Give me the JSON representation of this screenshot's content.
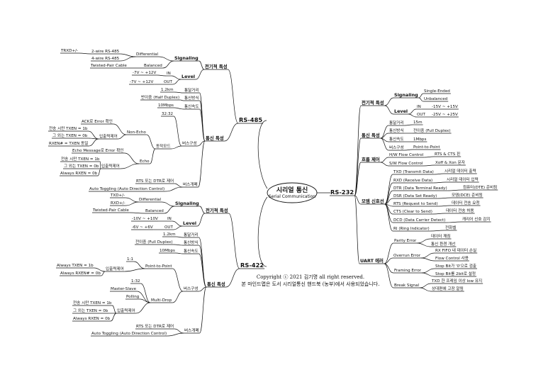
{
  "center": {
    "title": "시리얼 통신",
    "subtitle": "Serial Communication"
  },
  "copyright": {
    "line1": "Copyright ⓒ 2021 김기명 all right reserved.",
    "line2": "본 마인드맵은 도서 시리얼통신 핸드북 (농부)에서 사용되었습니다."
  },
  "nodes": {
    "rs485": "RS-485",
    "rs485_elec": "전기적 특성",
    "rs485_signaling": "Signaling",
    "rs485_diff": "Differential",
    "rs485_txrxd": "TRXD+/-",
    "rs485_2wire": "2-wire RS-485",
    "rs485_4wire": "4-wire RS-485",
    "rs485_balanced": "Balanced",
    "rs485_twisted": "Twisted-Pair Cable",
    "rs485_level": "Level",
    "rs485_in": "IN",
    "rs485_in_val": "-7V ~ +12V",
    "rs485_out": "OUT",
    "rs485_out_val": "-7V ~ +12V",
    "rs485_comm": "통신 특성",
    "rs485_distance": "통달거리",
    "rs485_distance_val": "1.2km",
    "rs485_method": "통신방식",
    "rs485_method_val": "반이중 (Half Duplex)",
    "rs485_speed": "통신속도",
    "rs485_speed_val": "10Mbps",
    "rs485_bus": "버스구성",
    "rs485_bus_val": "32:32",
    "rs485_mode": "동작모드",
    "rs485_nonecho": "Non-Echo",
    "rs485_nonecho_ack": "ACK로 Error 확인",
    "rs485_nonecho_io": "입출력제어",
    "rs485_nonecho_1": "전송 시만 TXEN = 1b",
    "rs485_nonecho_2": "그 외는 TXEN = 0b",
    "rs485_nonecho_3": "RXEN# = TXEN 동일",
    "rs485_echo": "Echo",
    "rs485_echo_msg": "Echo Message로 Error 확인",
    "rs485_echo_io": "입출력제어",
    "rs485_echo_1": "전송 시만 TXEN = 1b",
    "rs485_echo_2": "그 외는 TXEN = 0b",
    "rs485_echo_3": "Always RXEN = 0b",
    "rs485_buswitch": "버스개폐",
    "rs485_rts": "RTS 또는 DTR로 제어",
    "rs485_auto": "Auto Toggling (Auto Direction Control)",
    "rs422": "RS-422",
    "rs422_elec": "전기적 특성",
    "rs422_signaling": "Signaling",
    "rs422_diff": "Differential",
    "rs422_txd": "TXD+/-",
    "rs422_rxd": "RXD+/-",
    "rs422_balanced": "Balanced",
    "rs422_twisted": "Twisted-Pair Cable",
    "rs422_level": "Level",
    "rs422_in": "IN",
    "rs422_in_val": "-10V ~ +10V",
    "rs422_out": "OUT",
    "rs422_out_val": "-6V ~ +6V",
    "rs422_comm": "통신 특성",
    "rs422_distance": "통달거리",
    "rs422_distance_val": "1.2km",
    "rs422_method": "통신방식",
    "rs422_method_val": "전이중 (Full Duplex)",
    "rs422_speed": "통신속도",
    "rs422_speed_val": "10Mbps",
    "rs422_bus": "버스구성",
    "rs422_p2p": "Point-to-Point",
    "rs422_p2p_ratio": "1:1",
    "rs422_p2p_io": "입출력제어",
    "rs422_p2p_1": "Always TXEN = 1b",
    "rs422_p2p_2": "Always RXEN# = 0b",
    "rs422_md": "Multi-Drop",
    "rs422_md_ratio": "1:32",
    "rs422_md_ms": "Master-Slave",
    "rs422_md_poll": "Polling",
    "rs422_md_io": "입출력제어",
    "rs422_md_1": "전송 시만 TXEN = 1b",
    "rs422_md_2": "그 외는 TXEN = 0b",
    "rs422_md_3": "Always RXEN = 0b",
    "rs422_buswitch": "버스개폐",
    "rs422_rts": "RTS 또는 DTR로 제어",
    "rs422_auto": "Auto Toggling (Auto Direction Control)",
    "rs232": "RS-232",
    "rs232_elec": "전기적 특성",
    "rs232_signaling": "Signaling",
    "rs232_single": "Single-Ended",
    "rs232_unbal": "Unbalanced",
    "rs232_level": "Level",
    "rs232_in": "IN",
    "rs232_in_val": "-15V ~ +15V",
    "rs232_out": "OUT",
    "rs232_out_val": "-25V ~ +25V",
    "rs232_comm": "통신 특성",
    "rs232_distance": "통달거리",
    "rs232_distance_val": "15m",
    "rs232_method": "통신방식",
    "rs232_method_val": "전이중 (Full Duplex)",
    "rs232_speed": "통신속도",
    "rs232_speed_val": "1Mbps",
    "rs232_bus": "버스구성",
    "rs232_bus_val": "Point-to-Point",
    "rs232_flow": "흐름 제어",
    "rs232_hw": "H/W Flow Control",
    "rs232_hw_val": "RTS & CTS 핀",
    "rs232_sw": "S/W Flow Control",
    "rs232_sw_val": "Xoff & Xon 문자",
    "rs232_modem": "모뎀 신호선",
    "rs232_txd": "TXD (Transmit Data)",
    "rs232_txd_val": "시리얼 데이터 출력",
    "rs232_rxd": "RXD (Receive Data)",
    "rs232_rxd_val": "시리얼 데이터 입력",
    "rs232_dtr": "DTR (Data Terminal Ready)",
    "rs232_dtr_val": "컴퓨터(DTE) 준비됨",
    "rs232_dsr": "DSR (Data Set Ready)",
    "rs232_dsr_val": "모뎀(DCE) 준비됨",
    "rs232_rts": "RTS (Request to Send)",
    "rs232_rts_val": "데이터 전송 요청",
    "rs232_cts": "CTS (Clear to Send)",
    "rs232_cts_val": "데이터 전송 허용",
    "rs232_dcd": "DCD (Data Carrier Detect)",
    "rs232_dcd_val": "캐리어 신호 감지",
    "rs232_ri": "RI (Ring Indicator)",
    "rs232_ri_val": "전화벨",
    "rs232_uart": "UART 에러",
    "rs232_parity": "Parity Error",
    "rs232_parity_1": "데이터 깨짐",
    "rs232_parity_2": "통신 환경 개선",
    "rs232_overrun": "Overrun Error",
    "rs232_overrun_1": "RX FIFO 내 데이터 손실",
    "rs232_overrun_2": "Flow Control 사용",
    "rs232_framing": "Framing Error",
    "rs232_framing_1": "Stop Bit가 '0'으로 검출",
    "rs232_framing_2": "Stop Bit를 2bit로 설정",
    "rs232_break": "Break Signal",
    "rs232_break_1": "TXD 한 프레임 이상 low 유지",
    "rs232_break_2": "상대편에 고장 알림"
  }
}
